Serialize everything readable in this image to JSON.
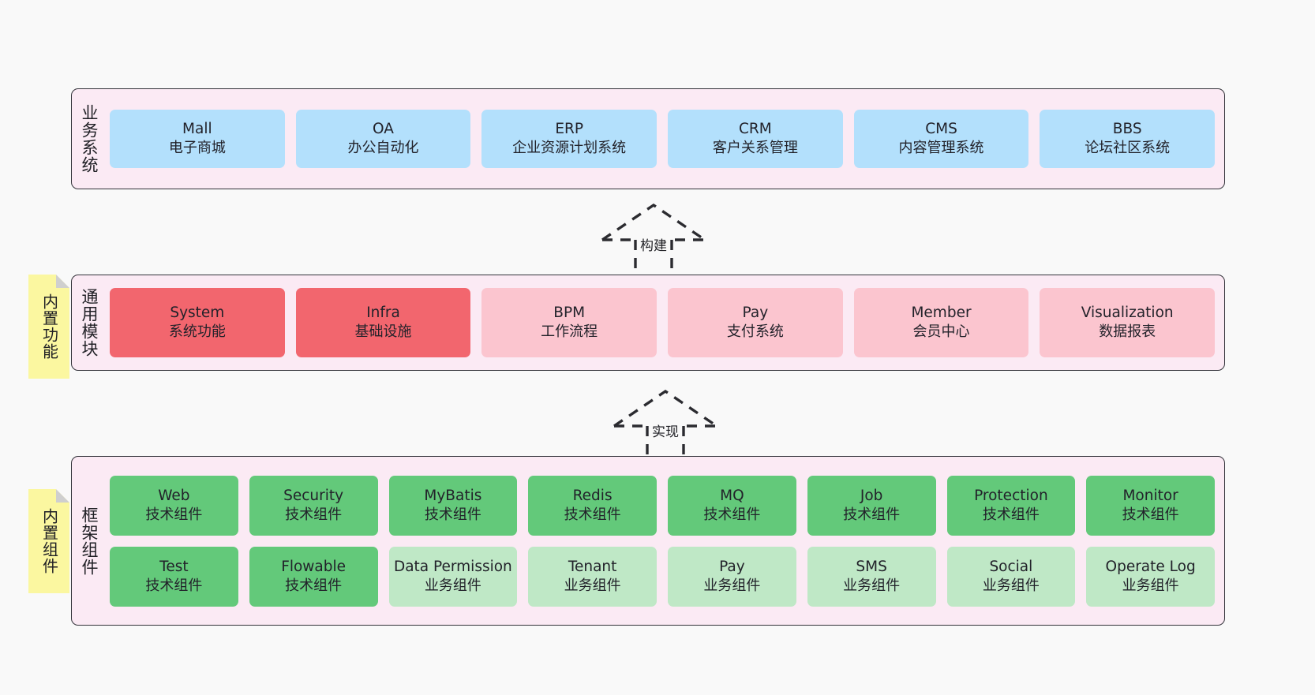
{
  "diagram": {
    "background": "#f9f9f9",
    "panel_color": "#fbeaf4",
    "panel_border": "#33333a"
  },
  "layers": [
    {
      "key": "business",
      "title": "业务系统",
      "card_color": "#b3e0fc",
      "cards": [
        {
          "en": "Mall",
          "cn": "电子商城"
        },
        {
          "en": "OA",
          "cn": "办公自动化"
        },
        {
          "en": "ERP",
          "cn": "企业资源计划系统"
        },
        {
          "en": "CRM",
          "cn": "客户关系管理"
        },
        {
          "en": "CMS",
          "cn": "内容管理系统"
        },
        {
          "en": "BBS",
          "cn": "论坛社区系统"
        }
      ]
    },
    {
      "key": "common",
      "title": "通用模块",
      "note": "内置功能",
      "card_color_strong": "#f2666e",
      "card_color_soft": "#fbc5cf",
      "cards": [
        {
          "en": "System",
          "cn": "系统功能",
          "tone": "red"
        },
        {
          "en": "Infra",
          "cn": "基础设施",
          "tone": "red"
        },
        {
          "en": "BPM",
          "cn": "工作流程",
          "tone": "pink"
        },
        {
          "en": "Pay",
          "cn": "支付系统",
          "tone": "pink"
        },
        {
          "en": "Member",
          "cn": "会员中心",
          "tone": "pink"
        },
        {
          "en": "Visualization",
          "cn": "数据报表",
          "tone": "pink"
        }
      ]
    },
    {
      "key": "framework",
      "title": "框架组件",
      "note": "内置组件",
      "card_color_strong": "#63c97a",
      "card_color_soft": "#bfe8c6",
      "rows": [
        [
          {
            "en": "Web",
            "cn": "技术组件",
            "tone": "green"
          },
          {
            "en": "Security",
            "cn": "技术组件",
            "tone": "green"
          },
          {
            "en": "MyBatis",
            "cn": "技术组件",
            "tone": "green"
          },
          {
            "en": "Redis",
            "cn": "技术组件",
            "tone": "green"
          },
          {
            "en": "MQ",
            "cn": "技术组件",
            "tone": "green"
          },
          {
            "en": "Job",
            "cn": "技术组件",
            "tone": "green"
          },
          {
            "en": "Protection",
            "cn": "技术组件",
            "tone": "green"
          },
          {
            "en": "Monitor",
            "cn": "技术组件",
            "tone": "green"
          }
        ],
        [
          {
            "en": "Test",
            "cn": "技术组件",
            "tone": "green"
          },
          {
            "en": "Flowable",
            "cn": "技术组件",
            "tone": "green"
          },
          {
            "en": "Data Permission",
            "cn": "业务组件",
            "tone": "green-light"
          },
          {
            "en": "Tenant",
            "cn": "业务组件",
            "tone": "green-light"
          },
          {
            "en": "Pay",
            "cn": "业务组件",
            "tone": "green-light"
          },
          {
            "en": "SMS",
            "cn": "业务组件",
            "tone": "green-light"
          },
          {
            "en": "Social",
            "cn": "业务组件",
            "tone": "green-light"
          },
          {
            "en": "Operate Log",
            "cn": "业务组件",
            "tone": "green-light"
          }
        ]
      ]
    }
  ],
  "connectors": [
    {
      "key": "build",
      "label": "构建",
      "style": "dashed-generalization"
    },
    {
      "key": "implement",
      "label": "实现",
      "style": "dashed-generalization"
    }
  ]
}
